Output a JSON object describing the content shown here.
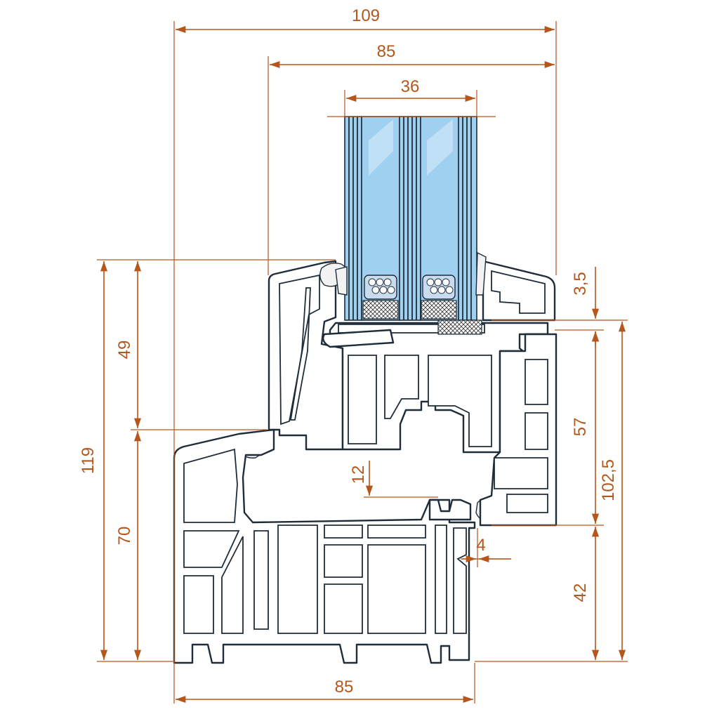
{
  "dimensions": {
    "overall_width": "109",
    "sash_width": "85",
    "glass_thickness": "36",
    "total_height": "119",
    "sash_height": "49",
    "frame_lower_height": "70",
    "top_offset": "3,5",
    "sash_visible_height": "57",
    "frame_height": "102,5",
    "bottom_height": "42",
    "overlap": "12",
    "gap": "4",
    "frame_width": "85"
  },
  "colors": {
    "dimension": "#b5561c",
    "profile_outline": "#1f2d3a",
    "glass": "#9fd0f0"
  }
}
